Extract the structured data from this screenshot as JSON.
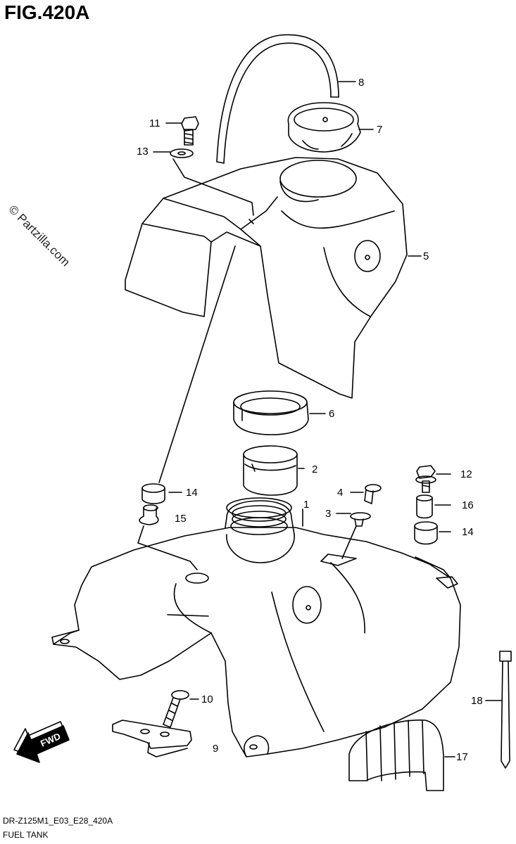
{
  "figure": {
    "title": "FIG.420A",
    "watermark": "© Partzilla.com",
    "code": "DR-Z125M1_E03_E28_420A",
    "name": "FUEL TANK",
    "fwd_label": "FWD"
  },
  "callouts": {
    "p1": "1",
    "p2": "2",
    "p3": "3",
    "p4": "4",
    "p5": "5",
    "p6": "6",
    "p7": "7",
    "p8": "8",
    "p9": "9",
    "p10": "10",
    "p11": "11",
    "p12": "12",
    "p13": "13",
    "p14a": "14",
    "p14b": "14",
    "p15": "15",
    "p16": "16",
    "p17": "17",
    "p18": "18"
  }
}
